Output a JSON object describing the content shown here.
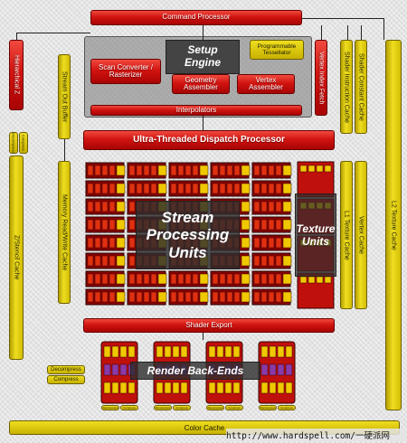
{
  "diagram": {
    "command_processor": "Command Processor",
    "setup_engine_line1": "Setup",
    "setup_engine_line2": "Engine",
    "programmable_tessellator": "Programmable Tessellator",
    "scan_converter": "Scan Converter / Rasterizer",
    "geometry_assembler": "Geometry Assembler",
    "vertex_assembler": "Vertex Assembler",
    "interpolators": "Interpolators",
    "hierarchical_z": "Hierarchical Z",
    "vertex_index_fetch": "Vertex Index Fetch",
    "shader_instruction_cache": "Shader Instruction Cache",
    "shader_constant_cache": "Shader Constant Cache",
    "stream_out_buffer": "Stream Out Buffer",
    "ultra_threaded_dispatch": "Ultra-Threaded Dispatch Processor",
    "decompress": "Decompress",
    "compress": "Compress",
    "stream_processing_units_line1": "Stream",
    "stream_processing_units_line2": "Processing",
    "stream_processing_units_line3": "Units",
    "texture_units_line1": "Texture",
    "texture_units_line2": "Units",
    "memory_read_write_cache": "Memory Read/Write Cache",
    "z_stencil_cache": "Z/Stencil Cache",
    "l1_texture_cache": "L1 Texture Cache",
    "vertex_cache": "Vertex Cache",
    "l2_texture_cache": "L2 Texture Cache",
    "shader_export": "Shader Export",
    "render_back_ends": "Render Back-Ends",
    "color_cache": "Color Cache",
    "watermark": "http://www.hardspell.com/一硬派网"
  }
}
